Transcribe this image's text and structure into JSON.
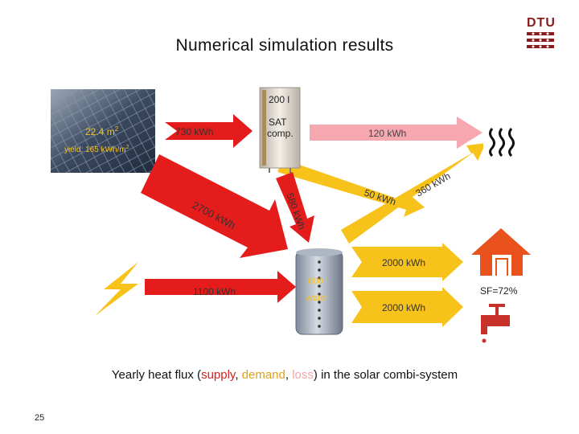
{
  "slide": {
    "title": "Numerical simulation results",
    "page_number": "25",
    "logo_text": "DTU"
  },
  "caption": {
    "prefix": "Yearly heat flux (",
    "supply": "supply",
    "sep1": ", ",
    "demand": "demand",
    "sep2": ", ",
    "loss": "loss",
    "suffix": ") in the solar combi-system"
  },
  "collector": {
    "area_value": "22.4 m",
    "area_unit_sup": "2",
    "yield_value": "yield: 165 kWh/m",
    "yield_unit_sup": "2"
  },
  "sat_tank": {
    "volume": "200 l",
    "label_line1": "SAT",
    "label_line2": "comp."
  },
  "water_tank": {
    "volume": "600 l",
    "label": "water"
  },
  "flows": {
    "solar_to_sat": "730 kWh",
    "solar_to_tank": "2700 kWh",
    "sat_to_tank": "580 kWh",
    "sat_loss": "120 kWh",
    "tank_to_space": "50 kWh",
    "space_demand": "360 kWh",
    "aux_electric": "1100 kWh",
    "tank_to_house": "2000 kWh",
    "tank_to_dhw": "2000 kWh"
  },
  "solar_fraction": "SF=72%",
  "colors": {
    "supply": "#e41c1c",
    "demand": "#f7c21a",
    "loss": "#f6a7b0",
    "house": "#e9521c"
  },
  "icons": [
    "solar-collector-photo",
    "sat-tank-icon",
    "water-tank-icon",
    "heat-radiator-icon",
    "house-icon",
    "water-tap-icon",
    "lightning-icon"
  ]
}
